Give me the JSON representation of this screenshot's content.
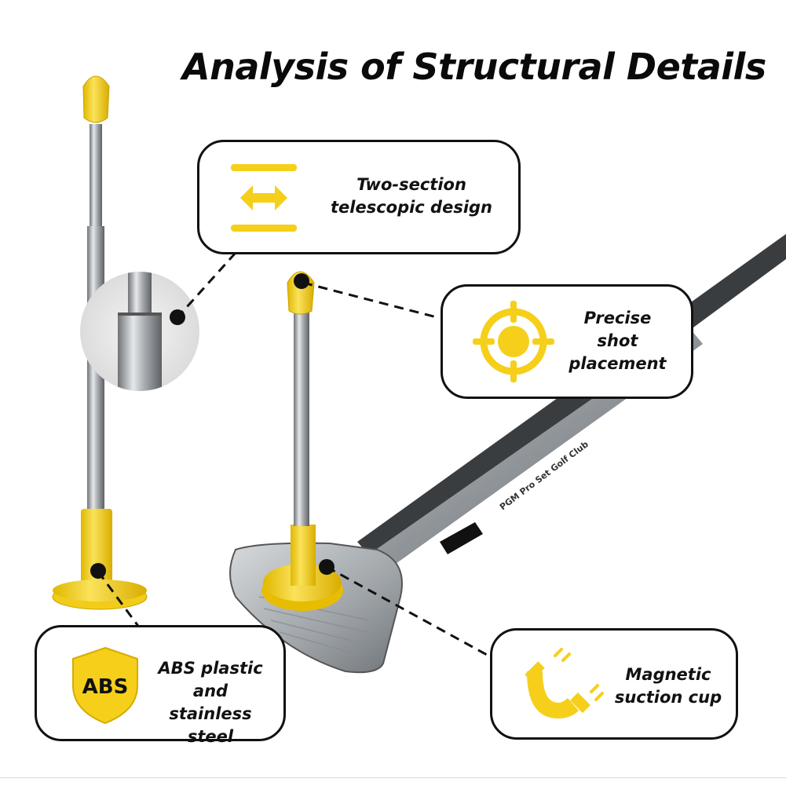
{
  "header": {
    "title": "Analysis of Structural Details"
  },
  "callouts": {
    "telescopic": {
      "line1": "Two-section",
      "line2": "telescopic design",
      "icon": "resize-arrows-icon"
    },
    "placement": {
      "line1": "Precise",
      "line2": "shot",
      "line3": "placement",
      "icon": "target-crosshair-icon"
    },
    "material": {
      "badge": "ABS",
      "line1": "ABS plastic",
      "line2": "and",
      "line3": "stainless steel",
      "icon": "shield-badge-icon"
    },
    "magnetic": {
      "line1": "Magnetic",
      "line2": "suction cup",
      "icon": "magnet-icon"
    }
  },
  "product": {
    "shaft_print": "PGM Pro Set Golf Club"
  },
  "colors": {
    "accent_yellow": "#f5cf1a",
    "outline": "#111111",
    "steel": "#b8bcc0"
  }
}
